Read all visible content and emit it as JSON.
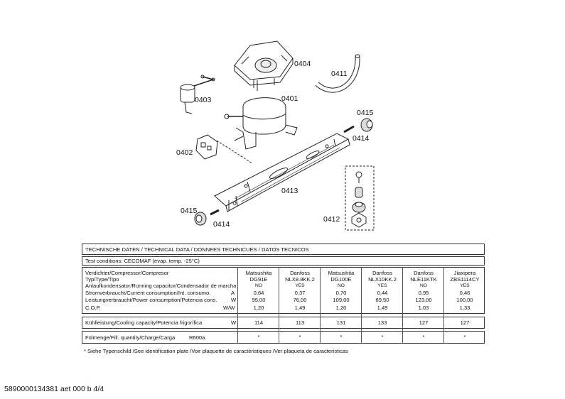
{
  "parts": {
    "p0404": "0404",
    "p0411": "0411",
    "p0403": "0403",
    "p0401": "0401",
    "p0415a": "0415",
    "p0414a": "0414",
    "p0402": "0402",
    "p0413": "0413",
    "p0412": "0412",
    "p0415b": "0415",
    "p0414b": "0414"
  },
  "tech": {
    "title": "TECHNISCHE DATEN / TECHNICAL DATA / DONNEES TECHNICUES / DATOS TECNICOS",
    "test_conditions": "Test conditions:  CECOMAF (evap. temp. -25°C)",
    "rows": [
      {
        "label": "Verdichter/Compressor/Compresor",
        "unit": ""
      },
      {
        "label": "Typ/Type/Tipo",
        "unit": ""
      },
      {
        "label": "Anlaufkondensator/Running capacitor/Condensador de marcha",
        "unit": ""
      },
      {
        "label": "Stromverbraucht/Current consumption/Int. consumo.",
        "unit": "A"
      },
      {
        "label": "Leistungverbraucht/Power consumption/Potencia cons.",
        "unit": "W"
      },
      {
        "label": "C.O.P.",
        "unit": "W/W"
      }
    ],
    "columns": [
      {
        "maker": "Matsushita",
        "type": "DG91E",
        "cap": "NO",
        "current": "0,64",
        "power": "95,00",
        "cop": "1,20",
        "cooling": "114",
        "fill": "*"
      },
      {
        "maker": "Danfoss",
        "type": "NLX8.8KK.2",
        "cap": "YES",
        "current": "0,37",
        "power": "76,00",
        "cop": "1,49",
        "cooling": "113",
        "fill": "*"
      },
      {
        "maker": "Matsushita",
        "type": "DG100E",
        "cap": "NO",
        "current": "0,70",
        "power": "109,00",
        "cop": "1,20",
        "cooling": "131",
        "fill": "*"
      },
      {
        "maker": "Danfoss",
        "type": "NLX10KK.2",
        "cap": "YES",
        "current": "0,44",
        "power": "89,50",
        "cop": "1,49",
        "cooling": "133",
        "fill": "*"
      },
      {
        "maker": "Danfoss",
        "type": "NLE11KTK",
        "cap": "NO",
        "current": "0,95",
        "power": "123,00",
        "cop": "1,03",
        "cooling": "127",
        "fill": "*"
      },
      {
        "maker": "Jiaxipera",
        "type": "ZBS1114CY",
        "cap": "YES",
        "current": "0,46",
        "power": "100,00",
        "cop": "1,33",
        "cooling": "127",
        "fill": "*"
      }
    ],
    "cooling_label": "Kühlleistung/Cooling capacity/Potencia frigorífica",
    "cooling_unit": "W",
    "fill_label": "Fülmenge/Fill. quantity/Charge/Carga",
    "fill_refrigerant": "R600a.",
    "footnote": "* Siehe Typenschild /See identification plate /Voir plaquette de caractéristiques /Ver plaqueta de caracteristicas"
  },
  "doc_id": "5890000134381 aet 000 b 4/4"
}
